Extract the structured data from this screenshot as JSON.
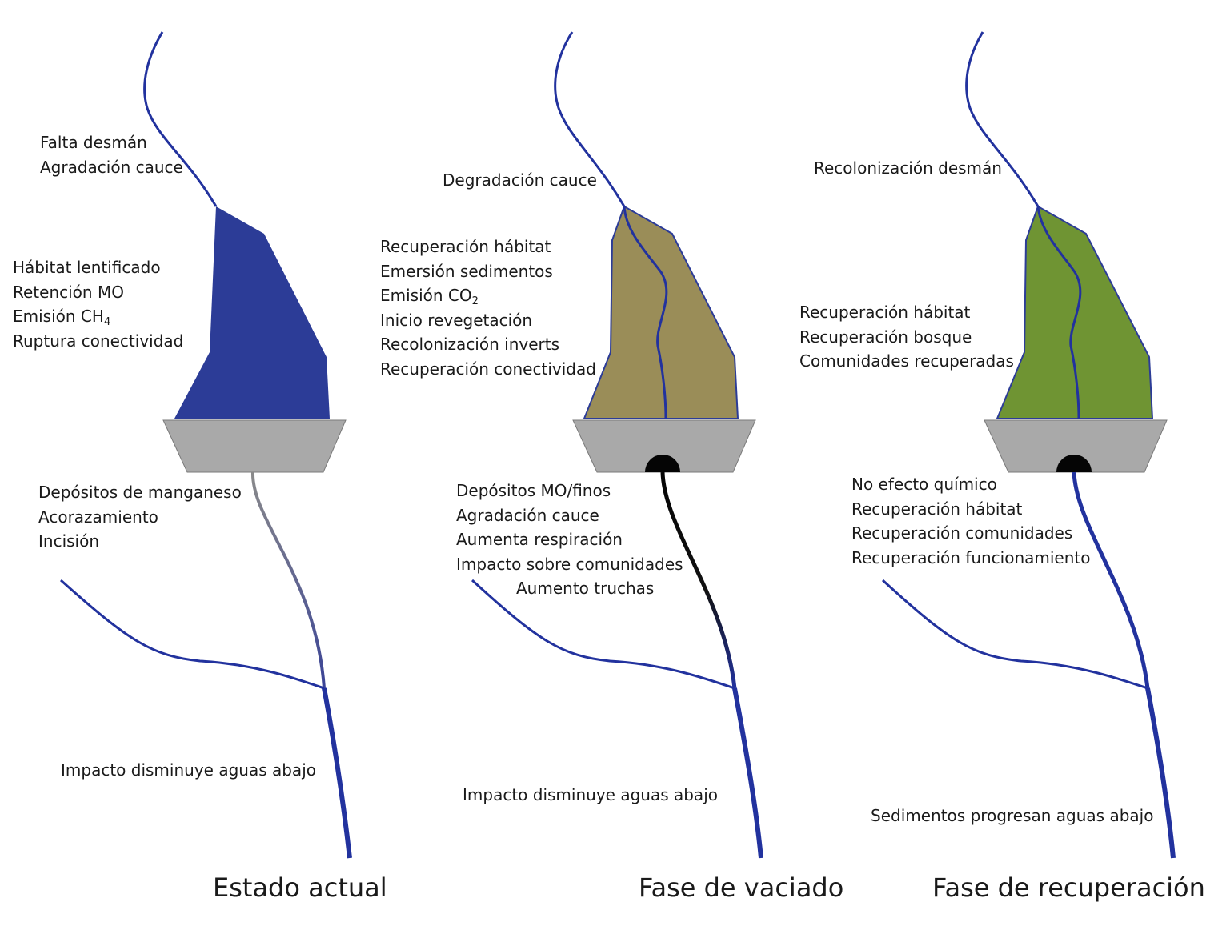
{
  "colors": {
    "river": "#22329e",
    "reservoir_full": "#2c3c97",
    "reservoir_drained": "#9a8d58",
    "reservoir_recovered": "#6f9433",
    "dam": "#a9a9a9",
    "outlet": "#050505",
    "flow_impacted": "#8a8a8a",
    "flow_dark": "#050505"
  },
  "panels": [
    {
      "caption": "Estado actual",
      "upstream": [
        "Falta desmán",
        "Agradación cauce"
      ],
      "reservoir": [
        {
          "text": "Hábitat lentificado"
        },
        {
          "text": "Retención MO"
        },
        {
          "text": "Emisión CH",
          "sub": "4"
        },
        {
          "text": "Ruptura conectividad"
        }
      ],
      "below_dam": [
        "Depósitos de manganeso",
        "Acorazamiento",
        "Incisión"
      ],
      "extra": "",
      "downstream": "Impacto disminuye aguas abajo"
    },
    {
      "caption": "Fase de vaciado",
      "upstream": [
        "Degradación cauce"
      ],
      "reservoir": [
        {
          "text": "Recuperación hábitat"
        },
        {
          "text": "Emersión sedimentos"
        },
        {
          "text": "Emisión CO",
          "sub": "2"
        },
        {
          "text": "Inicio revegetación"
        },
        {
          "text": "Recolonización inverts"
        },
        {
          "text": "Recuperación conectividad"
        }
      ],
      "below_dam": [
        "Depósitos MO/finos",
        "Agradación cauce",
        "Aumenta respiración",
        "Impacto sobre comunidades"
      ],
      "extra": "Aumento truchas",
      "downstream": "Impacto disminuye aguas abajo"
    },
    {
      "caption": "Fase de recuperación",
      "upstream": [
        "Recolonización desmán"
      ],
      "reservoir": [
        {
          "text": "Recuperación hábitat"
        },
        {
          "text": "Recuperación bosque"
        },
        {
          "text": "Comunidades recuperadas"
        }
      ],
      "below_dam": [
        "No efecto químico",
        "Recuperación hábitat",
        "Recuperación comunidades",
        "Recuperación funcionamiento"
      ],
      "extra": "",
      "downstream": "Sedimentos progresan aguas abajo"
    }
  ]
}
